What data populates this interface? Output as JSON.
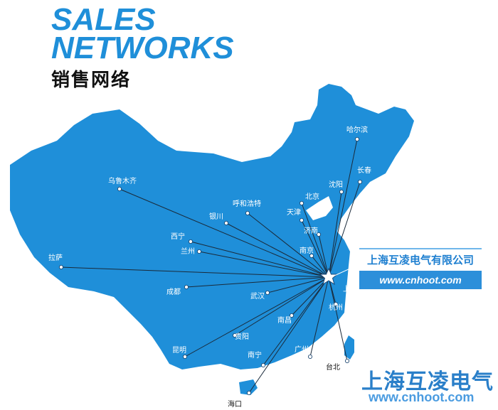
{
  "title": {
    "line1": "SALES",
    "line2": "NETWORKS",
    "chinese": "销售网络"
  },
  "hub": {
    "name": "上海",
    "marker": "star-icon"
  },
  "cities": [
    {
      "name": "哈尔滨"
    },
    {
      "name": "长春"
    },
    {
      "name": "沈阳"
    },
    {
      "name": "北京"
    },
    {
      "name": "天津"
    },
    {
      "name": "济南"
    },
    {
      "name": "南京"
    },
    {
      "name": "呼和浩特"
    },
    {
      "name": "银川"
    },
    {
      "name": "乌鲁木齐"
    },
    {
      "name": "西宁"
    },
    {
      "name": "兰州"
    },
    {
      "name": "拉萨"
    },
    {
      "name": "成都"
    },
    {
      "name": "武汉"
    },
    {
      "name": "南昌"
    },
    {
      "name": "杭州"
    },
    {
      "name": "贵阳"
    },
    {
      "name": "昆明"
    },
    {
      "name": "南宁"
    },
    {
      "name": "广州"
    },
    {
      "name": "海口"
    },
    {
      "name": "台北"
    }
  ],
  "callout": {
    "company": "上海互凌电气有限公司",
    "website": "www.cnhoot.com"
  },
  "brand": {
    "name": "上海互凌电气",
    "website": "www.cnhoot.com"
  },
  "colors": {
    "land": "#1f8fd9",
    "accent": "#2a7fc9",
    "lines": "#1a2a3a"
  }
}
